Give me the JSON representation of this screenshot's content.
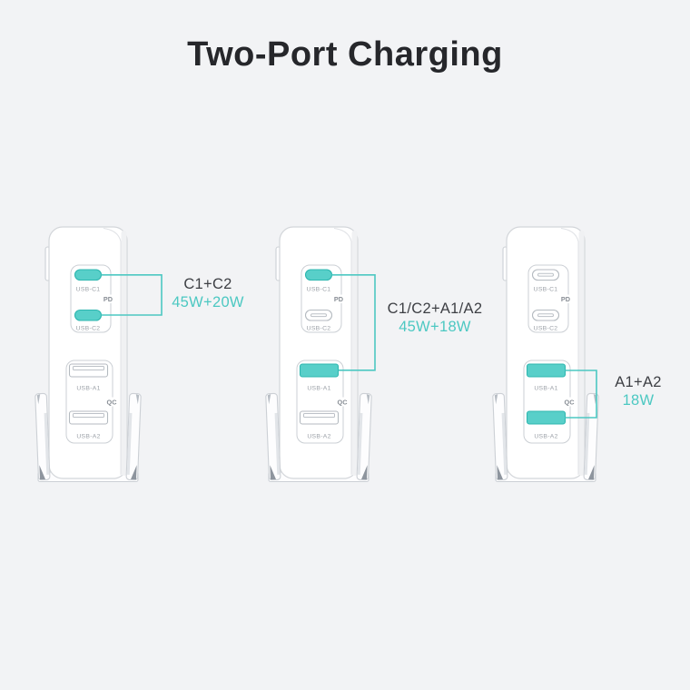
{
  "title": "Two-Port Charging",
  "colors": {
    "background": "#f2f3f5",
    "accent": "#4cc8c2",
    "text_dark": "#3d3f44",
    "port_active_fill": "#58cfc9",
    "port_active_stroke": "#2fb7b0"
  },
  "port_labels": {
    "c1": "USB-C1",
    "c2": "USB-C2",
    "a1": "USB-A1",
    "a2": "USB-A2",
    "pd": "PD",
    "qc": "QC"
  },
  "chargers": [
    {
      "callout": {
        "combo": "C1+C2",
        "power": "45W+20W"
      },
      "ports": {
        "c1": {
          "fill": "#58cfc9",
          "stroke": "#2fb7b0",
          "detail": "rgba(0,0,0,0)"
        },
        "c2": {
          "fill": "#58cfc9",
          "stroke": "#2fb7b0",
          "detail": "rgba(0,0,0,0)"
        },
        "a1": {
          "fill": "#ffffff",
          "stroke": "#b4bac0",
          "detail": "#bcc1c7"
        },
        "a2": {
          "fill": "#ffffff",
          "stroke": "#b4bac0",
          "detail": "#bcc1c7"
        }
      }
    },
    {
      "callout": {
        "combo": "C1/C2+A1/A2",
        "power": "45W+18W"
      },
      "ports": {
        "c1": {
          "fill": "#58cfc9",
          "stroke": "#2fb7b0",
          "detail": "rgba(0,0,0,0)"
        },
        "c2": {
          "fill": "#ffffff",
          "stroke": "#b4bac0",
          "detail": "#bcc1c7"
        },
        "a1": {
          "fill": "#58cfc9",
          "stroke": "#2fb7b0",
          "detail": "rgba(0,0,0,0)"
        },
        "a2": {
          "fill": "#ffffff",
          "stroke": "#b4bac0",
          "detail": "#bcc1c7"
        }
      }
    },
    {
      "callout": {
        "combo": "A1+A2",
        "power": "18W"
      },
      "ports": {
        "c1": {
          "fill": "#ffffff",
          "stroke": "#b4bac0",
          "detail": "#bcc1c7"
        },
        "c2": {
          "fill": "#ffffff",
          "stroke": "#b4bac0",
          "detail": "#bcc1c7"
        },
        "a1": {
          "fill": "#58cfc9",
          "stroke": "#2fb7b0",
          "detail": "rgba(0,0,0,0)"
        },
        "a2": {
          "fill": "#58cfc9",
          "stroke": "#2fb7b0",
          "detail": "rgba(0,0,0,0)"
        }
      }
    }
  ]
}
